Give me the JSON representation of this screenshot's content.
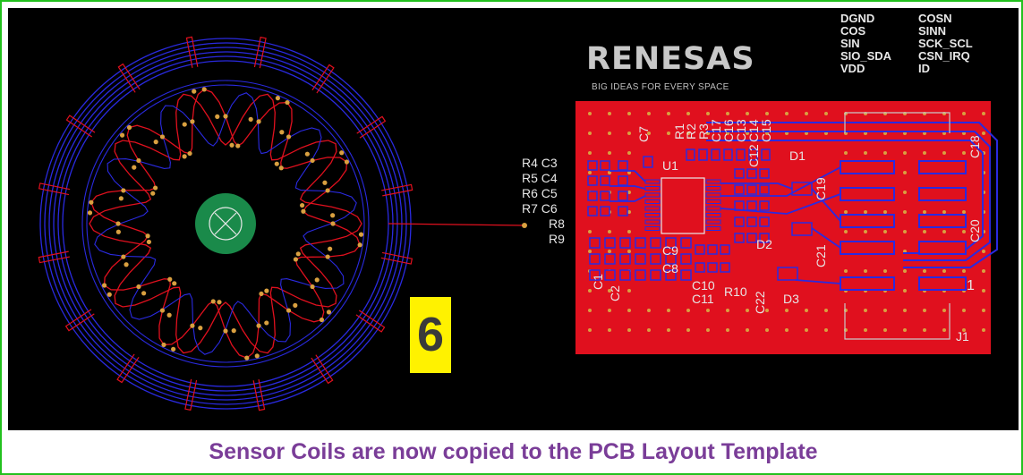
{
  "step_number": "6",
  "caption": "Sensor Coils are now copied to the PCB Layout Template",
  "logo": {
    "brand": "RENESAS",
    "tagline": "BIG IDEAS FOR EVERY SPACE"
  },
  "pin_labels": {
    "left_column": [
      "DGND",
      "COS",
      "SIN",
      "SIO_SDA",
      "VDD"
    ],
    "right_column": [
      "COSN",
      "SINN",
      "SCK_SCL",
      "CSN_IRQ",
      "ID"
    ]
  },
  "designators": {
    "left_labels": [
      "R4 C3",
      "R5 C4",
      "R6 C5",
      "R7 C6",
      "R8",
      "R9"
    ],
    "u1": "U1",
    "d1": "D1",
    "d2": "D2",
    "d3": "D3",
    "j1": "J1",
    "pin1": "1",
    "c7": "C7",
    "r1": "R1",
    "r2": "R2",
    "r3": "R3",
    "c17": "C17",
    "c16": "C16",
    "c13": "C13",
    "c14": "C14",
    "c15": "C15",
    "c12": "C12",
    "c18": "C18",
    "c19": "C19",
    "c20": "C20",
    "c21": "C21",
    "c22": "C22",
    "c9": "C9",
    "c8": "C8",
    "c1": "C1",
    "c2": "C2",
    "c10": "C10",
    "c11": "C11",
    "r10": "R10"
  },
  "colors": {
    "frame": "#22c11e",
    "caption": "#7a3d98",
    "copper_top": "#e0101e",
    "copper_bottom": "#2a2ae0",
    "via": "#d9a040",
    "badge": "#fff200",
    "mount_hole": "#1a8a4a"
  }
}
